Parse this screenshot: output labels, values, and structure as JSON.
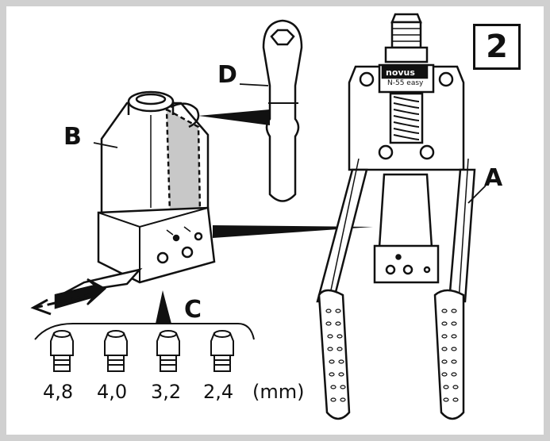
{
  "figure_number": "2",
  "labels": {
    "a": "A",
    "b": "B",
    "c": "C",
    "d": "D"
  },
  "tool": {
    "brand": "novus",
    "model": "N-55 easy"
  },
  "nozzle_sizes": [
    "4,8",
    "4,0",
    "3,2",
    "2,4"
  ],
  "unit": "(mm)",
  "colors": {
    "line": "#111111",
    "background": "#ffffff",
    "frame": "#d0d0d0",
    "shade": "#c8c8c8"
  }
}
